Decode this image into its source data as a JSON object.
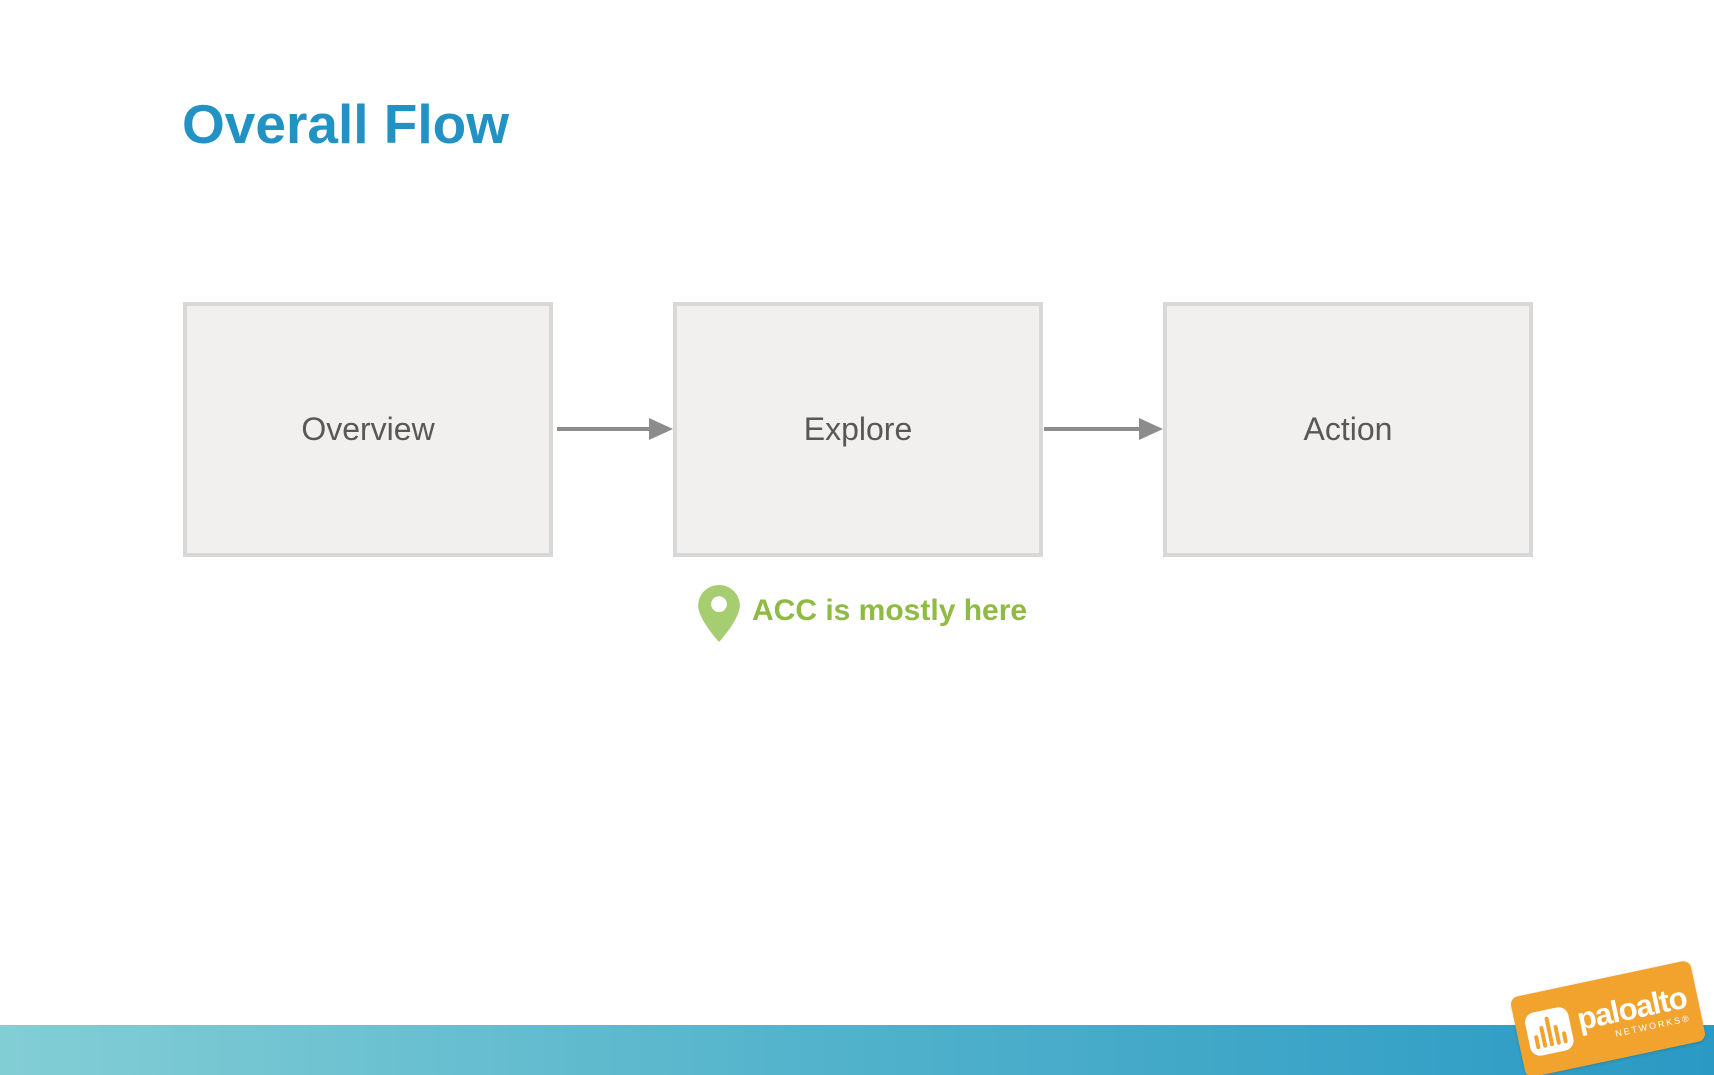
{
  "slide": {
    "title": "Overall Flow",
    "title_color": "#2292c4"
  },
  "flow": {
    "boxes": [
      {
        "label": "Overview"
      },
      {
        "label": "Explore"
      },
      {
        "label": "Action"
      }
    ],
    "box_fill": "#f1f0ef",
    "box_border": "#d9d8d8",
    "label_color": "#595757",
    "arrow_color": "#8c8c8c"
  },
  "annotation": {
    "label": "ACC is mostly here",
    "text_color": "#8fbb44",
    "pin_color": "#a6ce71",
    "icon": "map-pin-icon"
  },
  "footer": {
    "bar_gradient_left": "#83ced5",
    "bar_gradient_right": "#2a99c4",
    "logo_text": "paloalto",
    "logo_subtext": "NETWORKS®",
    "logo_bg": "#f1a32e"
  }
}
